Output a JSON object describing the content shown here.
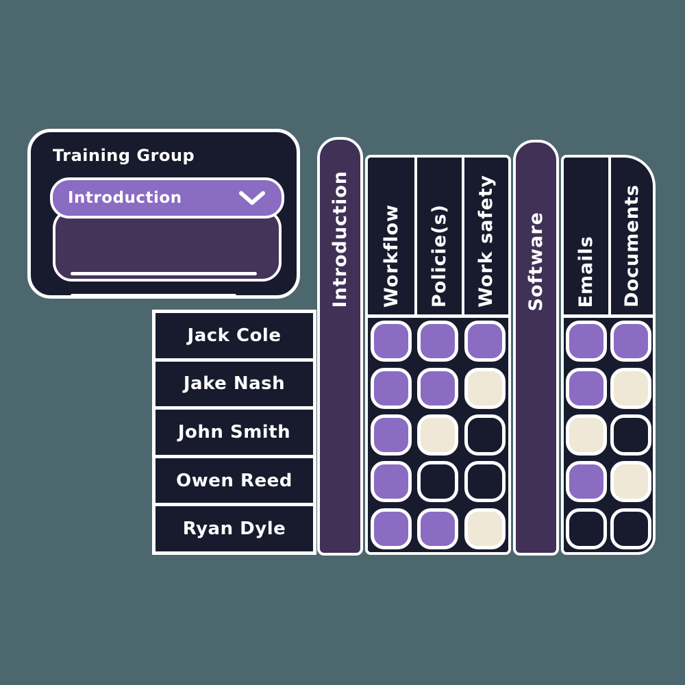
{
  "colors": {
    "bg": "#4D676E",
    "navy": "#171B2D",
    "purple": "#8A6CC3",
    "pill": "#413156",
    "panel": "#453459",
    "cream": "#EFE8D7"
  },
  "card": {
    "title": "Training Group",
    "dropdown": {
      "selected": "Introduction",
      "chevron_icon": "chevron-down"
    }
  },
  "matrix": {
    "columns": [
      {
        "label": "Introduction",
        "style": "group-pill"
      },
      {
        "label": "Workflow",
        "style": "module"
      },
      {
        "label": "Policie(s)",
        "style": "module"
      },
      {
        "label": "Work safety",
        "style": "module"
      },
      {
        "label": "Software",
        "style": "group-pill"
      },
      {
        "label": "Emails",
        "style": "module"
      },
      {
        "label": "Documents",
        "style": "module"
      }
    ],
    "cell_columns": [
      "Workflow",
      "Policie(s)",
      "Work safety",
      "Emails",
      "Documents"
    ],
    "rows": [
      {
        "name": "Jack Cole",
        "cells": [
          "purple",
          "purple",
          "purple",
          "purple",
          "purple"
        ]
      },
      {
        "name": "Jake Nash",
        "cells": [
          "purple",
          "purple",
          "cream",
          "purple",
          "cream"
        ]
      },
      {
        "name": "John Smith",
        "cells": [
          "purple",
          "cream",
          "dark",
          "cream",
          "dark"
        ]
      },
      {
        "name": "Owen Reed",
        "cells": [
          "purple",
          "dark",
          "dark",
          "purple",
          "cream"
        ]
      },
      {
        "name": "Ryan Dyle",
        "cells": [
          "purple",
          "purple",
          "cream",
          "dark",
          "dark"
        ]
      }
    ],
    "cell_colors": {
      "purple": "#8A6CC3",
      "cream": "#EFE8D7",
      "dark": "#171B2D"
    }
  }
}
